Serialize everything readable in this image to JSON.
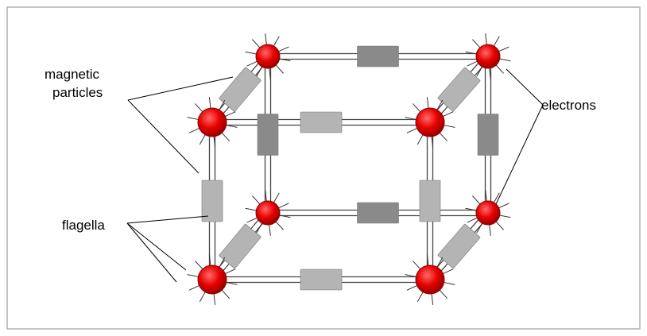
{
  "labels": {
    "magnetic_line1": "magnetic",
    "magnetic_line2": "particles",
    "electrons": "electrons",
    "flagella": "flagella"
  },
  "colors": {
    "node_fill": "#e60000",
    "node_dark": "#8b0000",
    "node_highlight": "#ff6a6a",
    "rail": "#444444",
    "particle_light": "#b4b4b4",
    "particle_dark": "#8a8a8a",
    "border": "#b0b0b0"
  }
}
